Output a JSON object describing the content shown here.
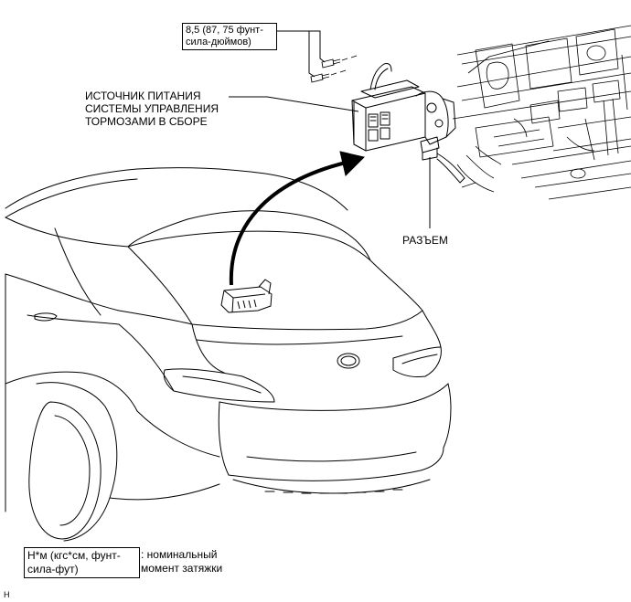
{
  "torque_callout": {
    "line1": "8,5 (87, 75 фунт-",
    "line2": "сила-дюймов)"
  },
  "component_label": {
    "line1": "ИСТОЧНИК ПИТАНИЯ",
    "line2": "СИСТЕМЫ УПРАВЛЕНИЯ",
    "line3": "ТОРМОЗАМИ В СБОРЕ"
  },
  "connector_label": "РАЗЪЕМ",
  "legend": {
    "box_line1": "Н*м (кгс*см, фунт-",
    "box_line2": "сила-фут)",
    "desc_line1": ": номинальный",
    "desc_line2": "момент затяжки"
  },
  "figure_code": "H"
}
